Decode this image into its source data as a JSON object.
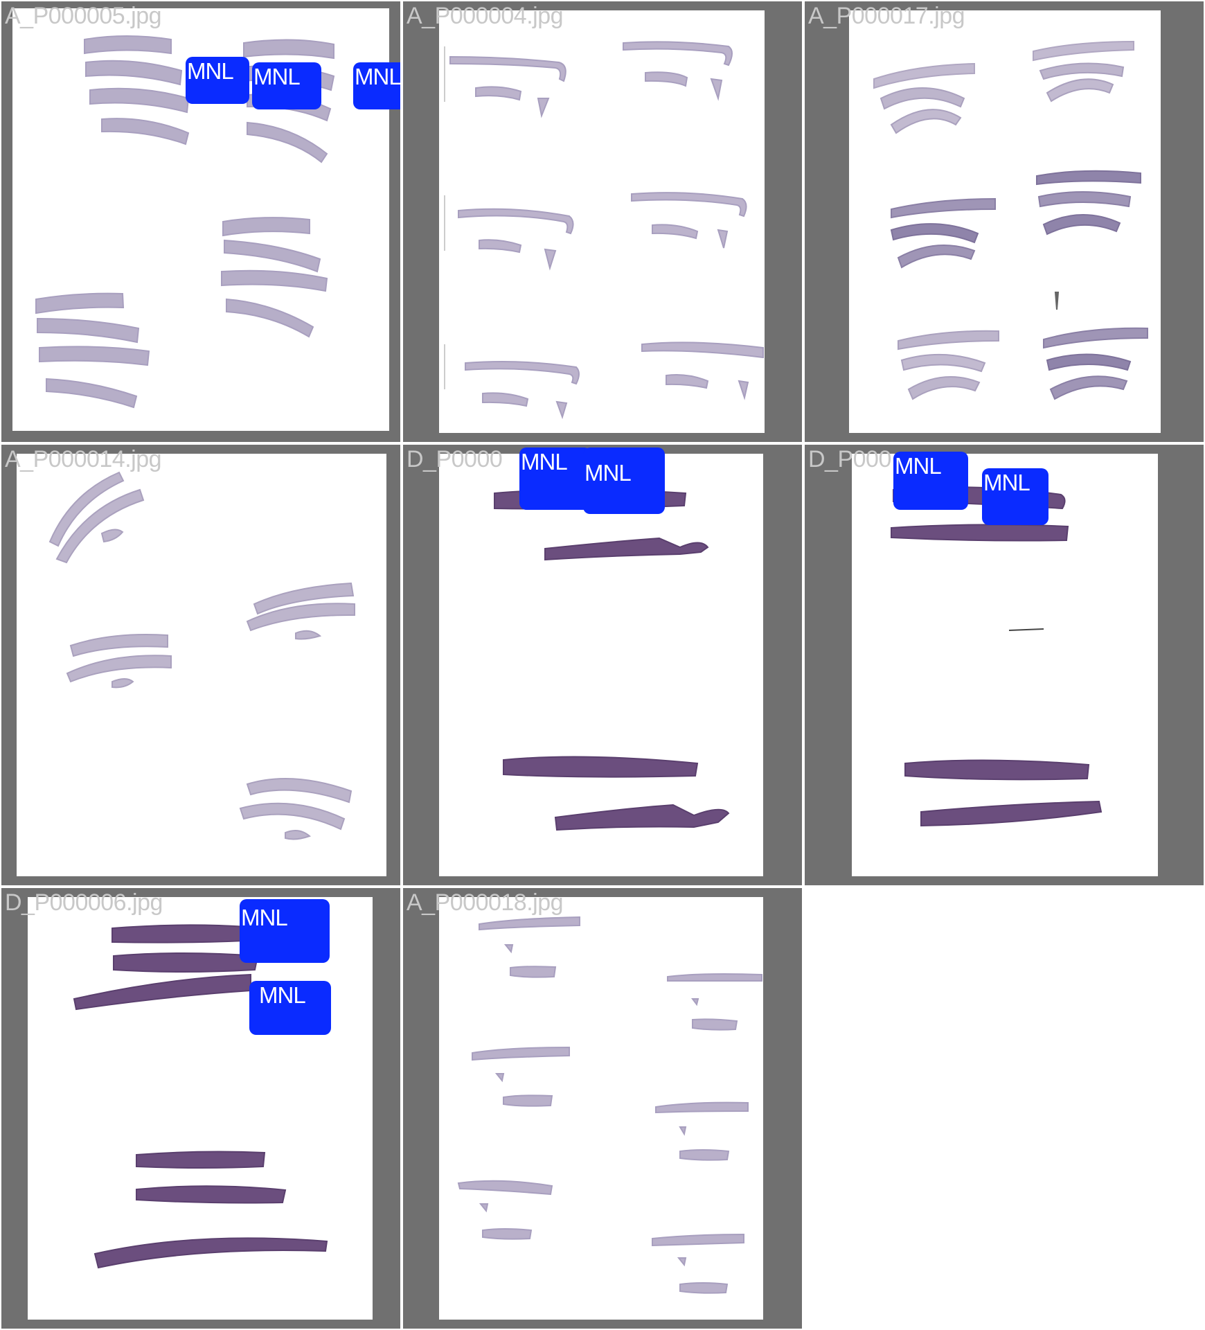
{
  "colors": {
    "grid_background": "#707070",
    "slide_background": "#ffffff",
    "filename_text": "#c8c8c8",
    "detection_box": "#0a2bff",
    "detection_text": "#ffffff",
    "tissue_pale": "#b6aec8",
    "tissue_dark": "#6b4e7e"
  },
  "tiles": [
    {
      "filename": "A_P000005.jpg",
      "detections": [
        "MNL",
        "MNL",
        "MNL"
      ]
    },
    {
      "filename": "A_P000004.jpg",
      "detections": []
    },
    {
      "filename": "A_P000017.jpg",
      "detections": []
    },
    {
      "filename": "A_P000014.jpg",
      "detections": []
    },
    {
      "filename": "D_P0000",
      "detections": [
        "MNL",
        "MNL"
      ]
    },
    {
      "filename": "D_P000",
      "detections": [
        "MNL",
        "MNL"
      ]
    },
    {
      "filename": "D_P000006.jpg",
      "detections": [
        "MNL",
        "MNL"
      ]
    },
    {
      "filename": "A_P000018.jpg",
      "detections": []
    }
  ]
}
